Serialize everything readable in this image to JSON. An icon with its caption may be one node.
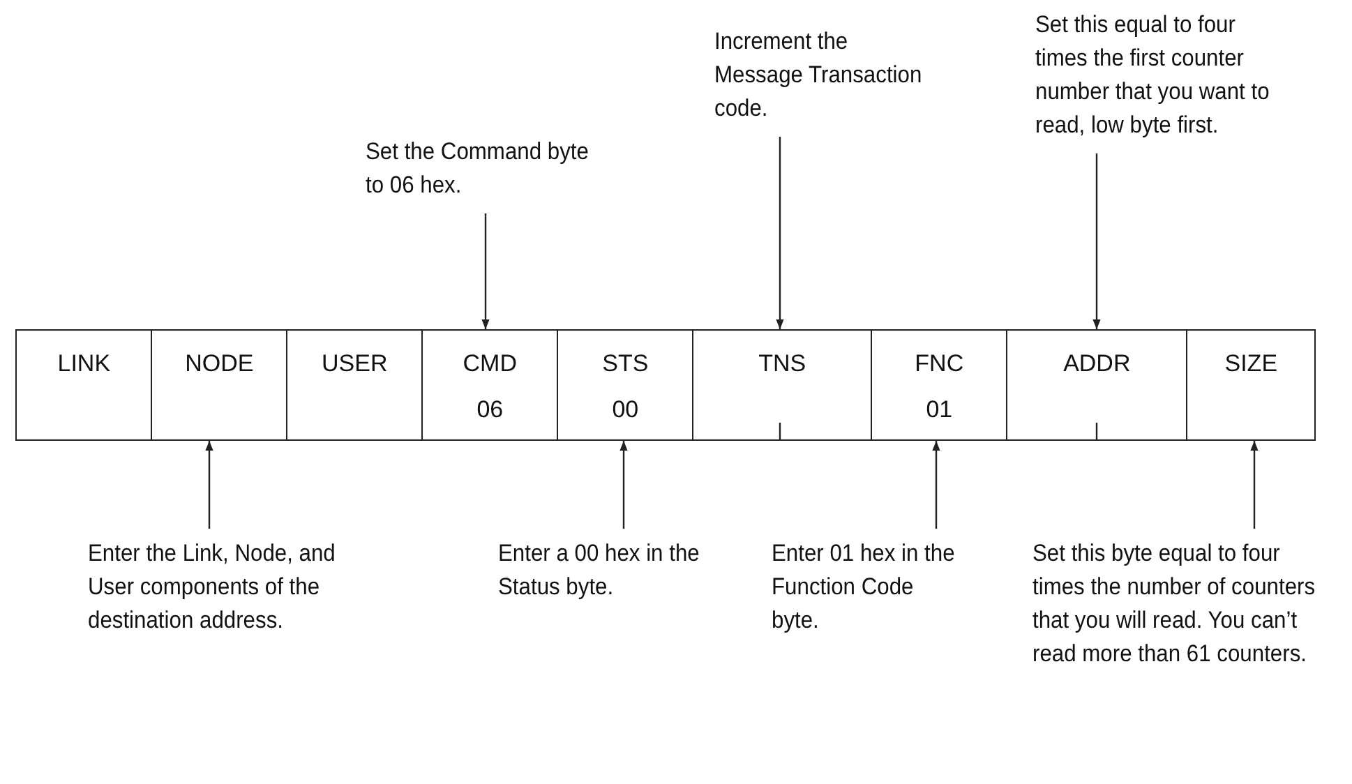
{
  "diagram": {
    "nodes": [
      {
        "text": [
          "LINK"
        ]
      },
      {
        "text": [
          "NODE"
        ]
      },
      {
        "text": [
          "USER"
        ]
      },
      {
        "text": [
          "CMD",
          "06"
        ]
      },
      {
        "text": [
          "STS",
          "00"
        ]
      },
      {
        "text": [
          "TNS"
        ]
      },
      {
        "text": [
          "FNC",
          "01"
        ]
      },
      {
        "text": [
          "ADDR"
        ]
      },
      {
        "text": [
          "SIZE"
        ]
      },
      {
        "text": [
          "Set the Command byte to 06 hex."
        ]
      },
      {
        "text": [
          "Increment the Message Transaction code."
        ]
      },
      {
        "text": [
          "Set this equal to four times the first counter number that you want to read, low byte first."
        ]
      },
      {
        "text": [
          "Enter the Link, Node, and User components of the destination address."
        ]
      },
      {
        "text": [
          "Enter a 00 hex in the Status byte."
        ]
      },
      {
        "text": [
          "Enter 01 hex in the Function Code byte."
        ]
      },
      {
        "text": [
          "Set this byte equal to four times the number of counters that you will read.  You can’t read more than 61 counters."
        ]
      }
    ],
    "edges": [
      {
        "from": 9,
        "to": 3,
        "arrow": "to"
      },
      {
        "from": 10,
        "to": 5,
        "arrow": "to"
      },
      {
        "from": 11,
        "to": 7,
        "arrow": "to"
      },
      {
        "from": 12,
        "to": 1,
        "arrow": "to"
      },
      {
        "from": 13,
        "to": 4,
        "arrow": "to"
      },
      {
        "from": 14,
        "to": 6,
        "arrow": "to"
      },
      {
        "from": 15,
        "to": 8,
        "arrow": "to"
      }
    ]
  }
}
